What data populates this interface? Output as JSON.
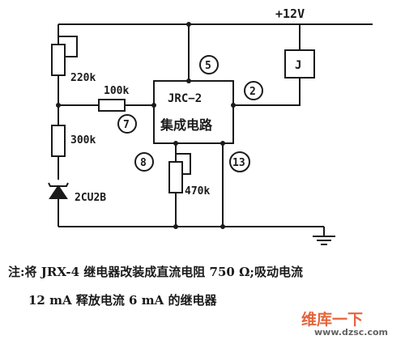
{
  "supply": {
    "label": "+12V"
  },
  "resistors": {
    "r1": "220k",
    "r2": "100k",
    "r3": "300k",
    "pot": "470k"
  },
  "diode": {
    "label": "2CU2B"
  },
  "relay": {
    "label": "J"
  },
  "ic": {
    "line1": "JRC−2",
    "line2": "集成电路"
  },
  "pins": {
    "p5": "5",
    "p2": "2",
    "p7": "7",
    "p8": "8",
    "p13": "13"
  },
  "note": {
    "line1": "注:将 JRX-4 继电器改装成直流电阻 750 Ω;吸动电流",
    "line2": "12 mA 释放电流 6 mA 的继电器"
  },
  "watermark": {
    "line1": "维库一下",
    "line2": "www.dzsc.com"
  }
}
